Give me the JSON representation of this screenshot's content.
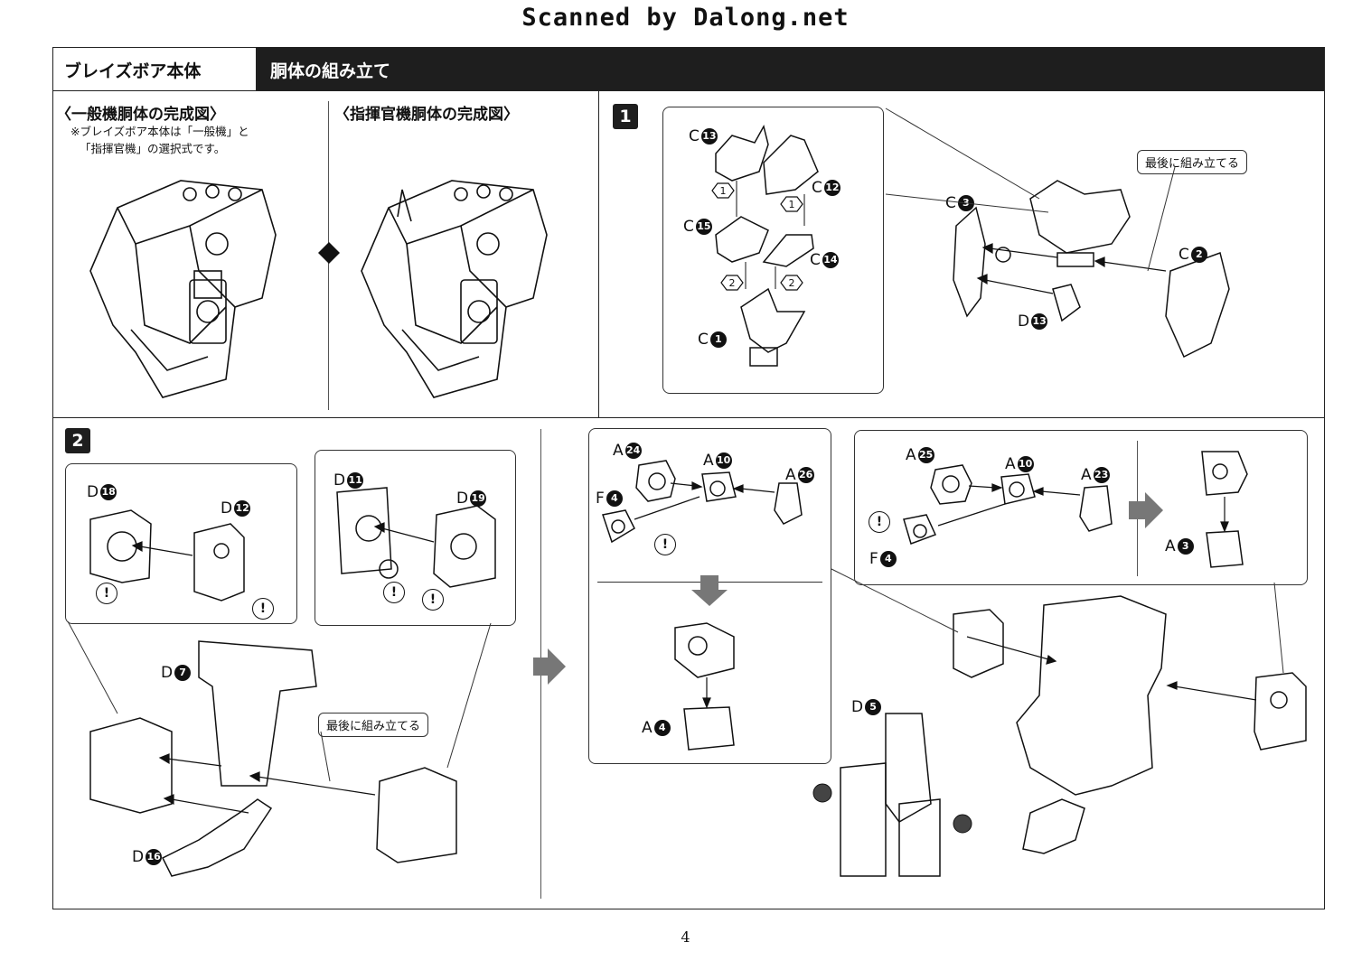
{
  "watermark": "Scanned by Dalong.net",
  "header": {
    "section": "ブレイズボア本体",
    "title": "胴体の組み立て"
  },
  "overview": {
    "general_title": "〈一般機胴体の完成図〉",
    "note_line1": "※ブレイズボア本体は「一般機」と",
    "note_line2": "「指揮官機」の選択式です。",
    "commander_title": "〈指揮官機胴体の完成図〉"
  },
  "step1": {
    "number": "1",
    "callout": "最後に組み立てる",
    "parts": [
      {
        "letter": "C",
        "num": "13"
      },
      {
        "letter": "C",
        "num": "12"
      },
      {
        "letter": "C",
        "num": "15"
      },
      {
        "letter": "C",
        "num": "14"
      },
      {
        "letter": "C",
        "num": "1"
      },
      {
        "letter": "C",
        "num": "3"
      },
      {
        "letter": "C",
        "num": "2"
      },
      {
        "letter": "D",
        "num": "13"
      }
    ],
    "order_marks": [
      "1",
      "1",
      "2",
      "2"
    ]
  },
  "step2": {
    "number": "2",
    "callout": "最後に組み立てる",
    "parts": [
      {
        "letter": "D",
        "num": "18"
      },
      {
        "letter": "D",
        "num": "12"
      },
      {
        "letter": "D",
        "num": "11"
      },
      {
        "letter": "D",
        "num": "19"
      },
      {
        "letter": "D",
        "num": "7"
      },
      {
        "letter": "D",
        "num": "16"
      },
      {
        "letter": "A",
        "num": "24"
      },
      {
        "letter": "A",
        "num": "10"
      },
      {
        "letter": "A",
        "num": "26"
      },
      {
        "letter": "F",
        "num": "4"
      },
      {
        "letter": "A",
        "num": "4"
      },
      {
        "letter": "A",
        "num": "25"
      },
      {
        "letter": "A",
        "num": "10"
      },
      {
        "letter": "A",
        "num": "23"
      },
      {
        "letter": "F",
        "num": "4"
      },
      {
        "letter": "A",
        "num": "3"
      },
      {
        "letter": "D",
        "num": "5"
      }
    ],
    "warning_symbol": "!"
  },
  "page_number": "4"
}
